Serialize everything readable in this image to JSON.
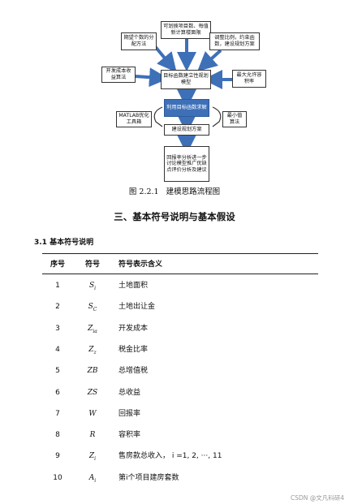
{
  "flowchart": {
    "nodes": {
      "top_center": "可划拨项目数、每值新计算楼面限",
      "top_left": "期望个数的分配方法",
      "top_right": "调整比例，约束函数，建设规划方案",
      "left": "开发成本收益算法",
      "right": "最大允许容积率",
      "center": "目标函数建立性规划模型",
      "blue": "利用目标函数求解",
      "matlab": "MATLAB优化工具箱",
      "min_alg": "最小值算法",
      "plan": "建设规划方案",
      "bottom": "回报率分析进一步讨论模型推广优缺点评价分析及建议"
    }
  },
  "caption": {
    "label": "图 2.2.1",
    "text": "建模思路流程图"
  },
  "section_title": "三、基本符号说明与基本假设",
  "subsection_title": "3.1 基本符号说明",
  "table": {
    "headers": [
      "序号",
      "符号",
      "符号表示含义"
    ],
    "rows": [
      {
        "no": "1",
        "sym": "S",
        "sub": "i",
        "meaning": "土地面积"
      },
      {
        "no": "2",
        "sym": "S",
        "sub": "C",
        "meaning": "土地出让金"
      },
      {
        "no": "3",
        "sym": "Z",
        "sub": "ia",
        "meaning": "开发成本"
      },
      {
        "no": "4",
        "sym": "Z",
        "sub": "z",
        "meaning": "税金比率"
      },
      {
        "no": "5",
        "sym": "ZB",
        "sub": "",
        "meaning": "总增值税"
      },
      {
        "no": "6",
        "sym": "ZS",
        "sub": "",
        "meaning": "总收益"
      },
      {
        "no": "7",
        "sym": "W",
        "sub": "",
        "meaning": "回报率"
      },
      {
        "no": "8",
        "sym": "R",
        "sub": "",
        "meaning": "容积率"
      },
      {
        "no": "9",
        "sym": "Z",
        "sub": "i",
        "meaning": "售房款总收入，  i =1, 2, ···, 11"
      },
      {
        "no": "10",
        "sym": "A",
        "sub": "i",
        "meaning": "第i个项目建房套数"
      }
    ]
  },
  "watermark": "CSDN @文凡科研4",
  "colors": {
    "accent": "#3e70b8"
  }
}
